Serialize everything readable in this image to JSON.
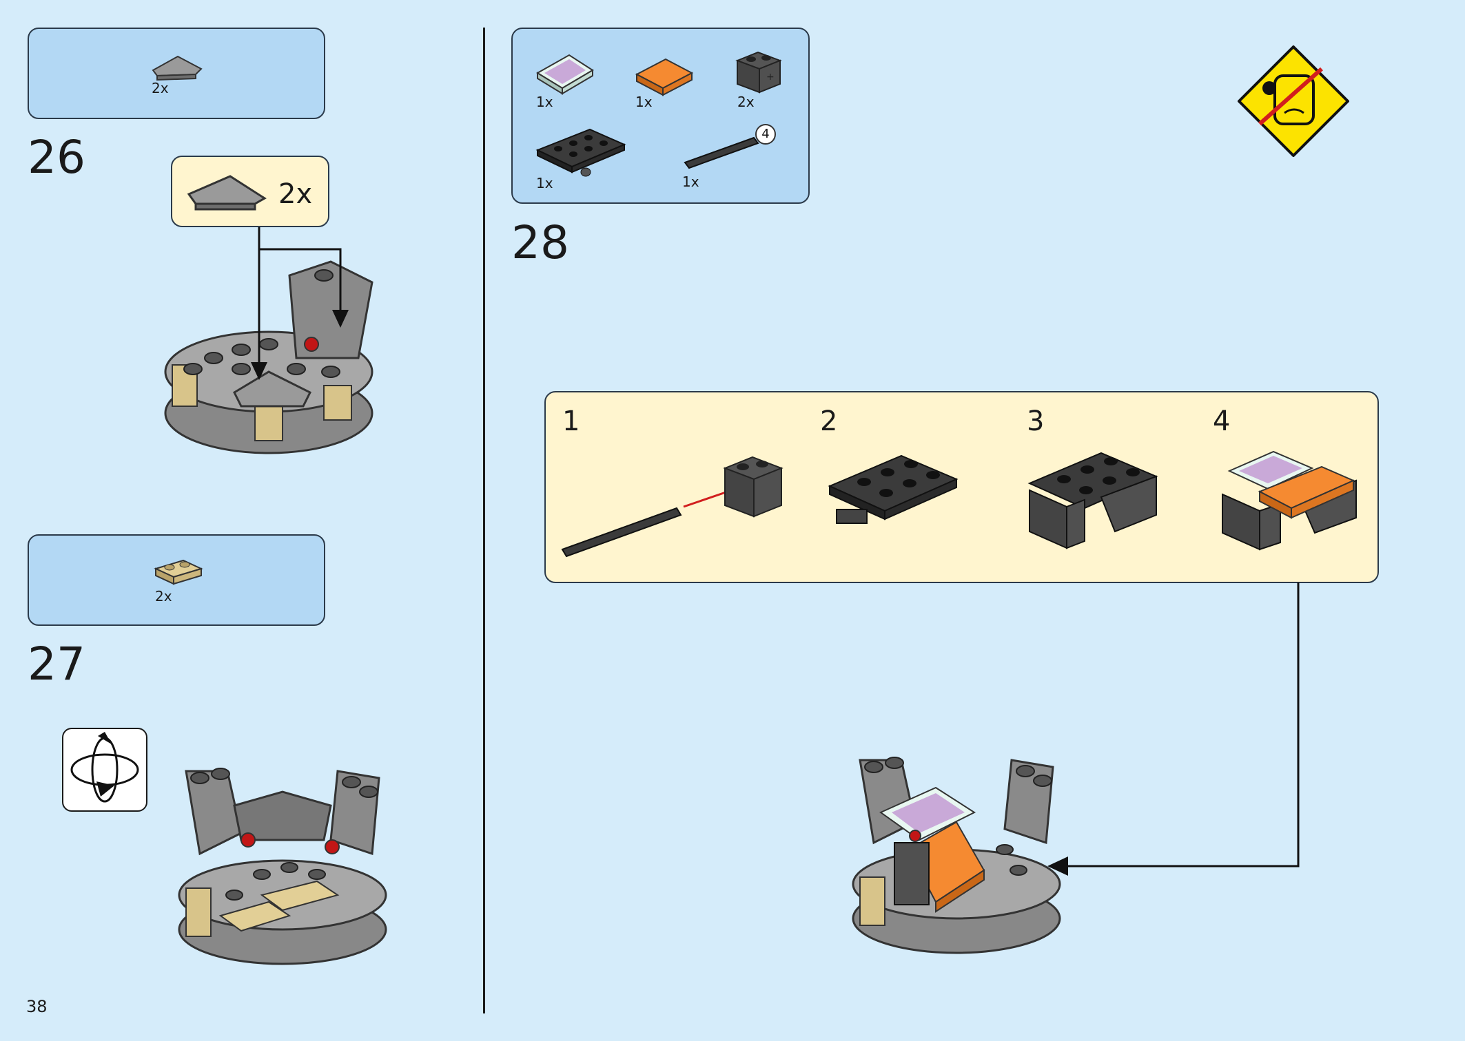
{
  "page": {
    "number": "38"
  },
  "steps": [
    {
      "number": "26",
      "parts": [
        {
          "qty": "2x",
          "icon": "grey-wedge-tile-icon"
        }
      ],
      "callout_qty": "2x"
    },
    {
      "number": "27",
      "parts": [
        {
          "qty": "2x",
          "icon": "tan-plate-1x2-icon"
        }
      ],
      "rotate_icon": "rotate-model-icon"
    },
    {
      "number": "28",
      "parts": [
        {
          "qty": "1x",
          "icon": "printed-tile-icon"
        },
        {
          "qty": "1x",
          "icon": "orange-tile-icon"
        },
        {
          "qty": "2x",
          "icon": "axle-hole-brick-icon"
        },
        {
          "qty": "1x",
          "icon": "black-plate-2x4-icon"
        },
        {
          "qty": "1x",
          "icon": "axle-icon",
          "length": "4"
        }
      ],
      "substeps": [
        "1",
        "2",
        "3",
        "4"
      ]
    }
  ],
  "warning_icon": "no-head-warning-icon",
  "colors": {
    "background": "#d5ecfa",
    "parts_box": "#b3d8f4",
    "callout": "#fff5cf",
    "warning": "#fce300",
    "arrow_red": "#d11e1e"
  }
}
